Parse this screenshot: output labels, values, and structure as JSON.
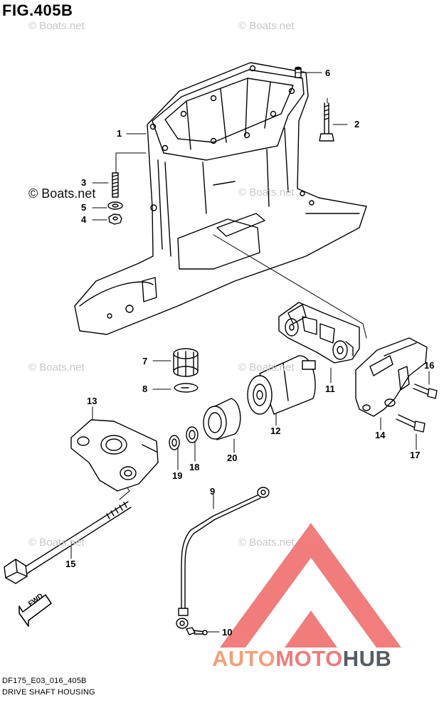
{
  "figure": {
    "title": "FIG.405B",
    "code": "DF175_E03_016_405B",
    "name": "DRIVE SHAFT HOUSING"
  },
  "watermark": {
    "light": "© Boats.net",
    "dark": "© Boats.net"
  },
  "callouts": [
    "1",
    "2",
    "3",
    "4",
    "5",
    "6",
    "7",
    "8",
    "9",
    "10",
    "11",
    "12",
    "13",
    "14",
    "15",
    "16",
    "17",
    "18",
    "19",
    "20"
  ],
  "fwd_label": "FWD",
  "brand": {
    "part1": "AUTO",
    "part2": "MOTO",
    "part3": "HUB"
  },
  "colors": {
    "logo_red": "#ee6666",
    "logo_orange": "#f2a07a",
    "logo_gray": "#555c66",
    "watermark": "#c8c8c8"
  }
}
